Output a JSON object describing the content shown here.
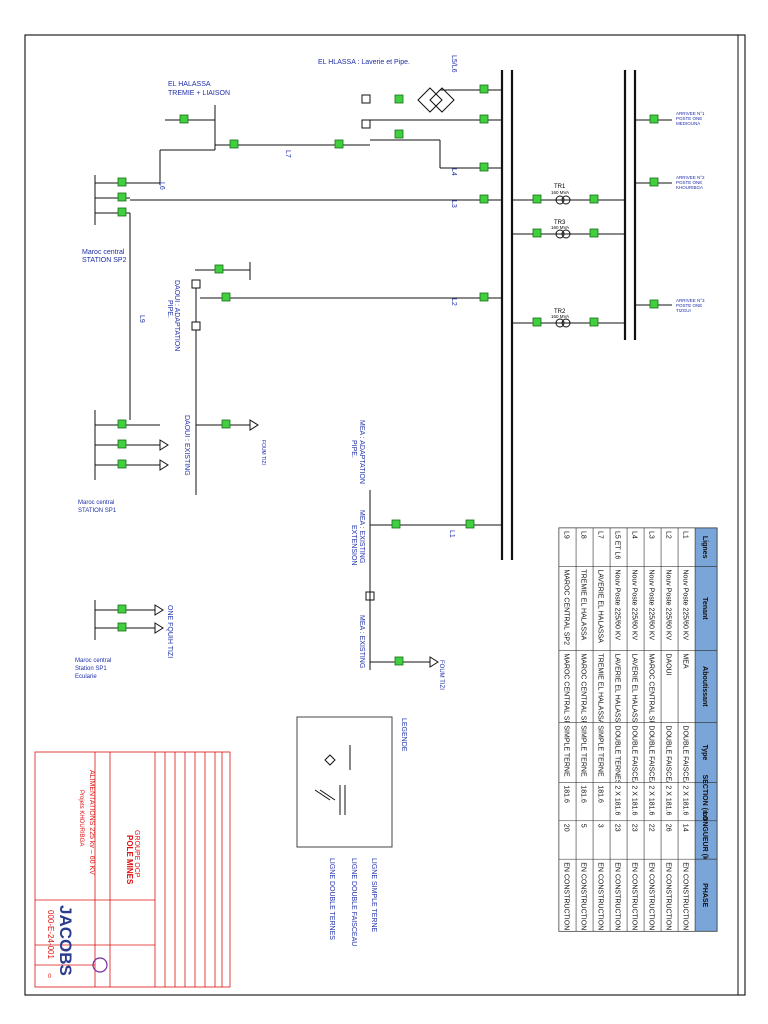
{
  "diagram": {
    "labels": {
      "el_hlassa_laverie": "EL HLASSA : Laverie et Pipe.",
      "el_halassa_tremie": "EL HALASSA",
      "el_halassa_tremie2": "TREMIE + LIAISON",
      "maroc_central_sp2": "Maroc central",
      "maroc_central_sp2b": "STATION SP2",
      "daoui_adaptation": "DAOUI : ADAPTATION",
      "daoui_adaptation2": "PIPE.",
      "daoui_existing": "DAOUI : EXISTING",
      "maroc_central_sp1": "Maroc central",
      "maroc_central_sp1b": "STATION SP1",
      "mea_adaptation": "MEA : ADAPTATION",
      "mea_adaptation2": "PIPE.",
      "mea_existing_ext": "MEA : EXISTING",
      "mea_existing_ext2": "EXTENSION",
      "mea_existing": "MEA : EXISTING",
      "one_fquih": "ONE   FQUIH TIZI",
      "maroc_central_sp1_ecularie": "Maroc central",
      "maroc_central_sp1_ecularie2": "Station SP1",
      "maroc_central_sp1_ecularie3": "Ecularie",
      "foum_tizi_1": "FOUM TIZI",
      "foum_tizi_2": "FOUM TIZI",
      "arrivee1": "ARRIVEE N°1",
      "arrivee1b": "POSTE ONE",
      "arrivee1c": "MEDIOUNA",
      "arrivee2": "ARRIVEE N°2",
      "arrivee2b": "POSTE ONE",
      "arrivee2c": "KHOURIBGA",
      "arrivee3": "ARRIVEE N°3",
      "arrivee3b": "POSTE ONE",
      "arrivee3c": "TIZGUI",
      "tr1": "TR1",
      "tr1b": "160 MVA",
      "tr2": "TR2",
      "tr2b": "160 MVA",
      "tr3": "TR3",
      "tr3b": "160 MVA",
      "l1": "L1",
      "l2": "L2",
      "l3": "L3",
      "l4": "L4",
      "l5l6": "L5/L6",
      "l6": "L6",
      "l7": "L7",
      "l9": "L9",
      "legende": "LEGENDE",
      "leg1": "LIGNE SIMPLE TERNE",
      "leg2": "LIGNE DOUBLE FAISCEAU",
      "leg3": "LIGNE DOUBLE TERNES"
    },
    "table": {
      "headers": [
        "Lignes",
        "Tenant",
        "Aboutissant",
        "Type",
        "SECTION (mm2)",
        "LONGUEUR (km)",
        "PHASE"
      ],
      "rows": [
        [
          "L1",
          "Nouv Poste 225/60 KV",
          "MEA",
          "DOUBLE FAISCEAU",
          "2 X 181.6",
          "14",
          "EN CONSTRUCTION"
        ],
        [
          "L2",
          "Nouv Poste 225/60 KV",
          "DAOUI",
          "DOUBLE FAISCEAU",
          "2 X 181.6",
          "26",
          "EN CONSTRUCTION"
        ],
        [
          "L3",
          "Nouv Poste 225/60 KV",
          "MAROC CENTRAL SP2",
          "DOUBLE FAISCEAU",
          "2 X 181.6",
          "22",
          "EN CONSTRUCTION"
        ],
        [
          "L4",
          "Nouv Poste 225/60 KV",
          "LAVERIE EL HALASSA",
          "DOUBLE FAISCEAU",
          "2 X 181.6",
          "23",
          "EN CONSTRUCTION"
        ],
        [
          "L5 ET L6",
          "Nouv Poste 225/60 KV",
          "LAVERIE EL HALASSA",
          "DOUBLE TERNES",
          "2 X 181.6",
          "23",
          "EN CONSTRUCTION"
        ],
        [
          "L7",
          "LAVERIE EL HALASSA",
          "TREMIE EL HALASSA",
          "SIMPLE TERNE",
          "181.6",
          "3",
          "EN CONSTRUCTION"
        ],
        [
          "L8",
          "TREMIE EL HALASSA",
          "MAROC CENTRAL SP2",
          "SIMPLE TERNE",
          "181.6",
          "5",
          "EN CONSTRUCTION"
        ],
        [
          "L9",
          "MAROC CENTRAL SP2",
          "MAROC CENTRAL SP1",
          "SIMPLE TERNE",
          "181.6",
          "20",
          "EN CONSTRUCTION"
        ]
      ]
    },
    "title_block": {
      "company": "JACOBS",
      "group": "GROUPE OCP",
      "pole": "POLE MINES",
      "project_title": "ALIMENTATIONS 225 kv – 60 KV",
      "project_sub": "Projets KHOURIBGA",
      "drawing_no": "000-E-24-001",
      "revision": "0"
    },
    "colors": {
      "label_blue": "#1f2fa8",
      "breaker_green": "#3fcf3f",
      "table_header": "#7aa5d8",
      "title_block_red": "#d11111"
    }
  }
}
